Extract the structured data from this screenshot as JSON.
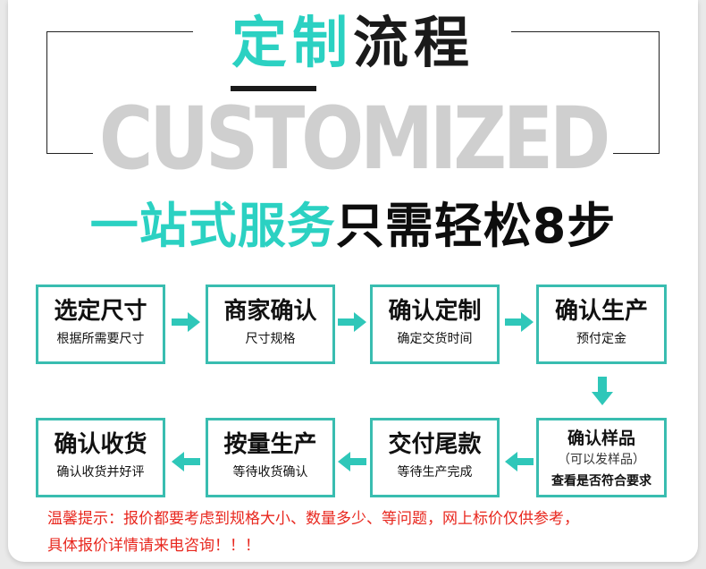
{
  "header": {
    "title_accent": "定制",
    "title_dark": "流程",
    "bigword": "CUSTOMIZED",
    "slogan_accent": "一站式服务",
    "slogan_dark": "只需轻松8步"
  },
  "steps": [
    {
      "title": "选定尺寸",
      "sub": "根据所需要尺寸"
    },
    {
      "title": "商家确认",
      "sub": "尺寸规格"
    },
    {
      "title": "确认定制",
      "sub": "确定交货时间"
    },
    {
      "title": "确认生产",
      "sub": "预付定金"
    },
    {
      "title": "确认样品",
      "sub1": "（可以发样品）",
      "sub2": "查看是否符合要求"
    },
    {
      "title": "交付尾款",
      "sub": "等待生产完成"
    },
    {
      "title": "按量生产",
      "sub": "等待收货确认"
    },
    {
      "title": "确认收货",
      "sub": "确认收货并好评"
    }
  ],
  "notice": {
    "line1": "温馨提示：报价都要考虑到规格大小、数量多少、等问题，网上标价仅供参考，",
    "line2": "具体报价详情请来电咨询！！！"
  },
  "colors": {
    "accent": "#2bd1c2",
    "border": "#39bdb0",
    "arrow": "#2fc7b9",
    "warning": "#e8271e"
  }
}
